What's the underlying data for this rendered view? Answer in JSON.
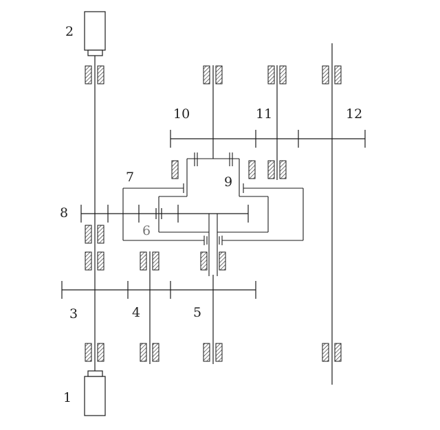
{
  "labels": {
    "n1": "1",
    "n2": "2",
    "n3": "3",
    "n4": "4",
    "n5": "5",
    "n6": "6",
    "n7": "7",
    "n8": "8",
    "n9": "9",
    "n10": "10",
    "n11": "11",
    "n12": "12"
  },
  "colors": {
    "line": "#1a1a1a",
    "label": "#222222",
    "label_muted": "#777777"
  }
}
